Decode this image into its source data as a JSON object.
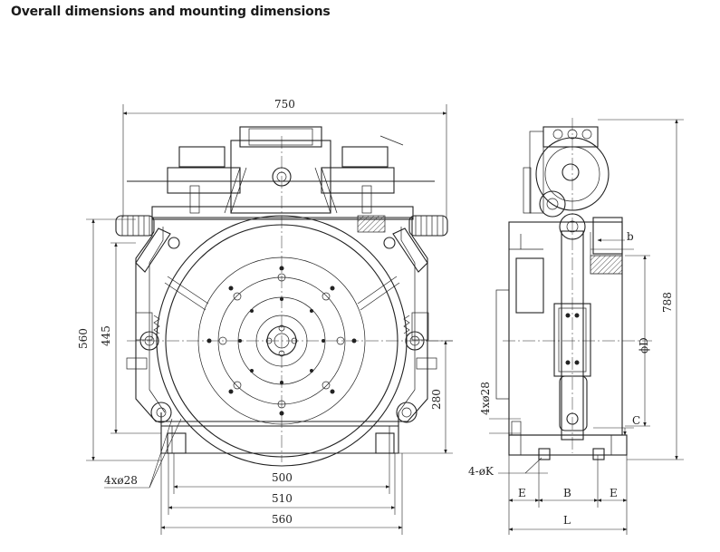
{
  "title": "Overall dimensions and mounting dimensions",
  "front_view": {
    "width_total": "750",
    "height_total": "560",
    "height_inner": "445",
    "center_height": "280",
    "mount_500": "500",
    "mount_510": "510",
    "mount_560": "560",
    "holes": "4xø28"
  },
  "side_view": {
    "height_total": "788",
    "dim_b": "b",
    "dim_phi_d": "ϕD",
    "dim_c": "C",
    "holes_28": "4xø28",
    "holes_k": "4-øK",
    "dim_e_left": "E",
    "dim_b_upper": "B",
    "dim_e_right": "E",
    "dim_l": "L"
  }
}
